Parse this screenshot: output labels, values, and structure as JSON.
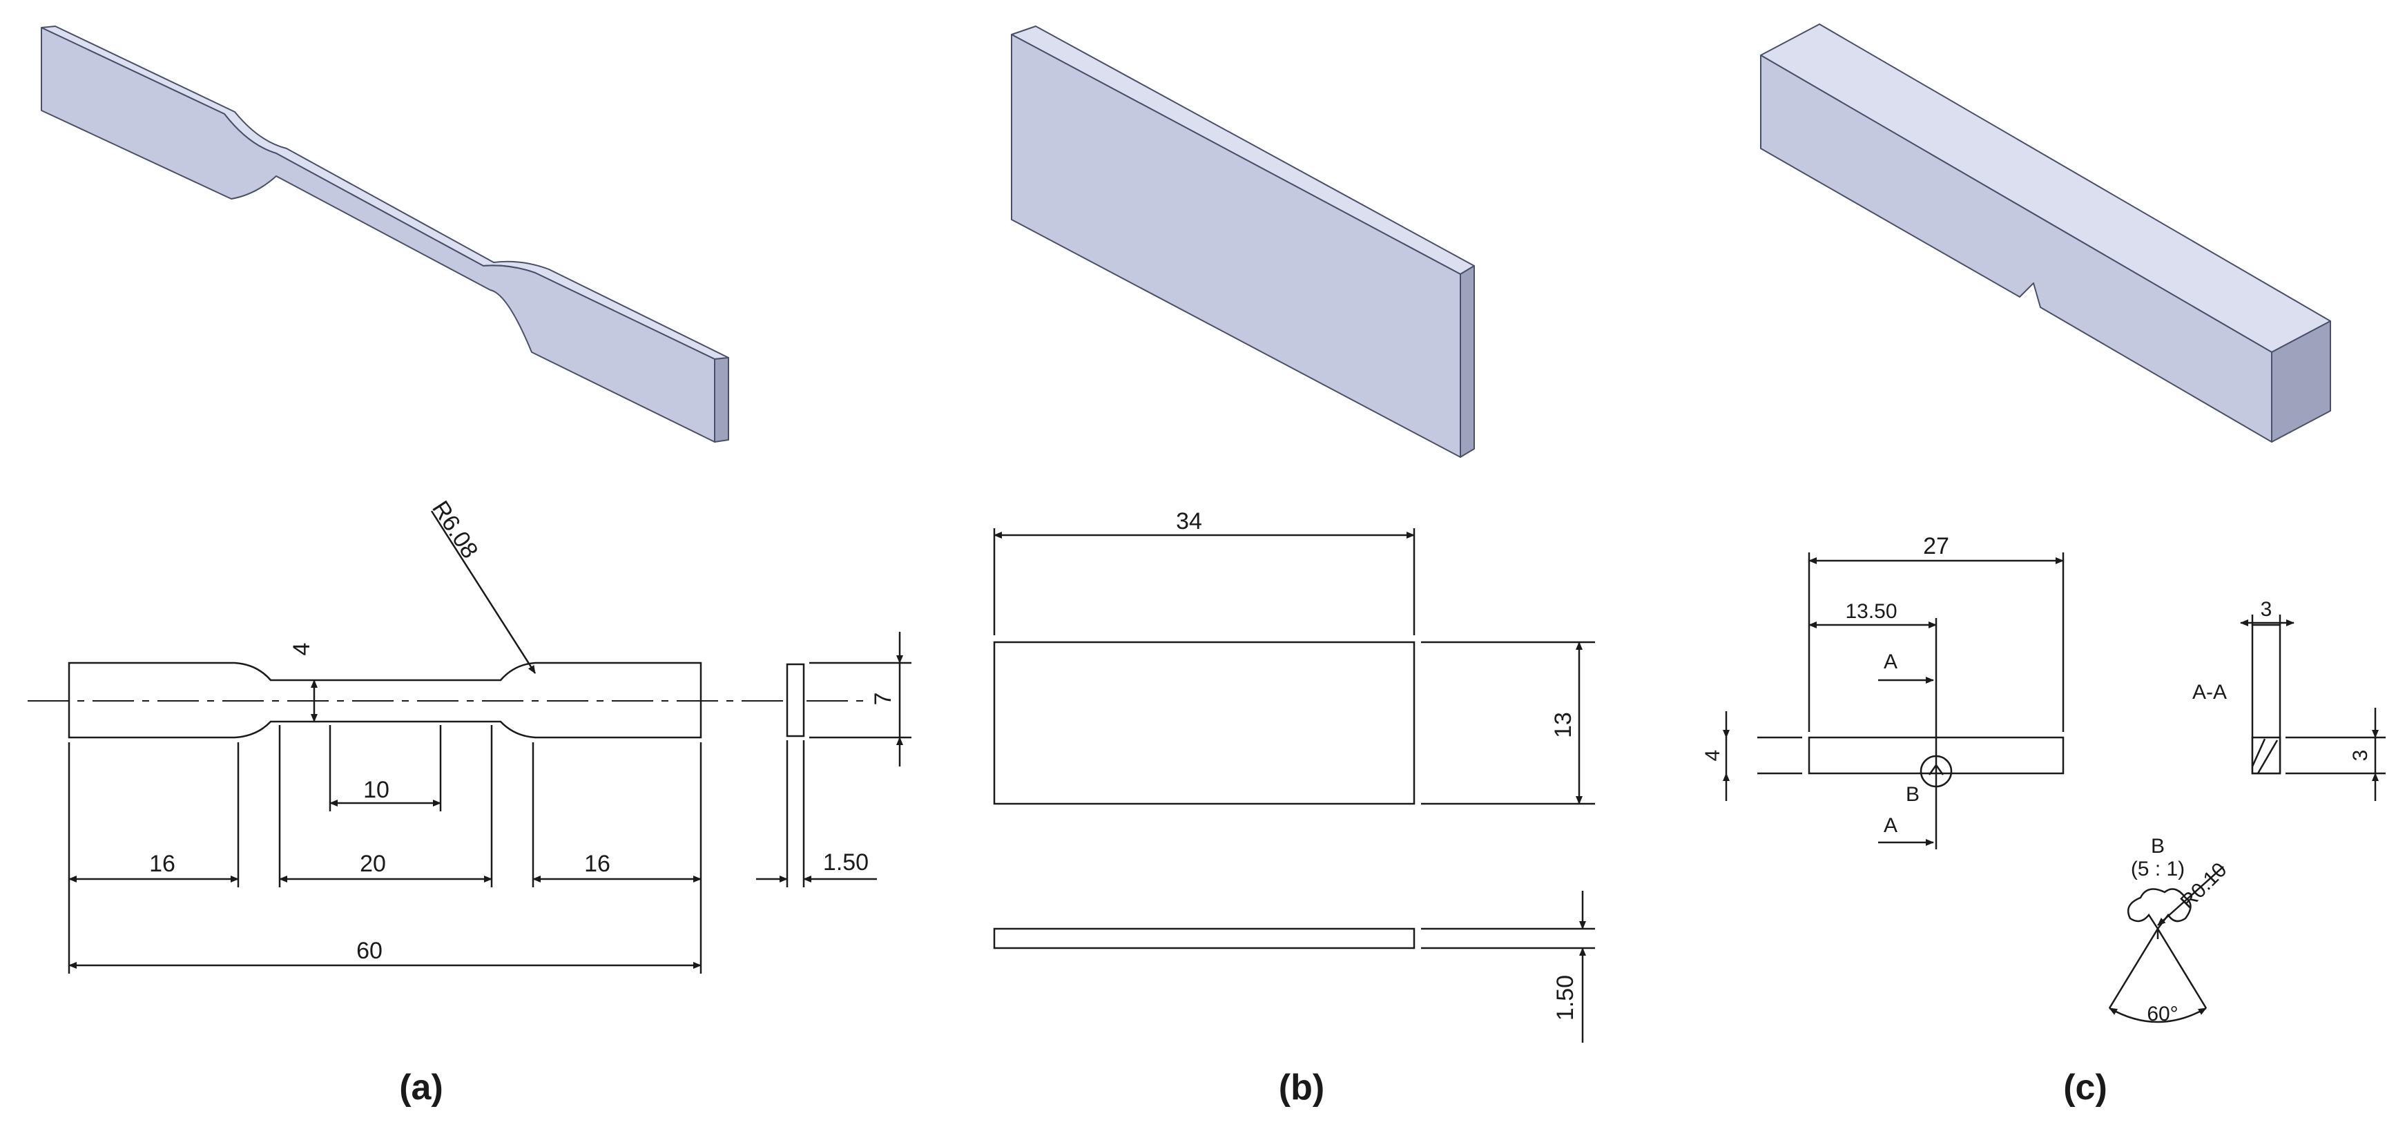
{
  "colors": {
    "face_front": "#c5c9df",
    "face_top": "#dcdff0",
    "face_side": "#9da2bd",
    "edge": "#4a4f6a",
    "line": "#1a1a1a"
  },
  "panels": [
    {
      "id": "a",
      "caption": "(a)",
      "description_labels": {
        "radius": "R6.08",
        "neck_width": "4",
        "gauge": "10",
        "grip_left": "16",
        "neck_length": "20",
        "grip_right": "16",
        "total_length": "60",
        "grip_width": "7",
        "thickness": "1.50"
      }
    },
    {
      "id": "b",
      "caption": "(b)",
      "description_labels": {
        "length": "34",
        "width": "13",
        "thickness": "1.50"
      }
    },
    {
      "id": "c",
      "caption": "(c)",
      "description_labels": {
        "length": "27",
        "half_length": "13.50",
        "height": "4",
        "section_marker_top": "A",
        "section_marker_bottom": "A",
        "detail_marker": "B",
        "section_title": "A-A",
        "section_width": "3",
        "section_height": "3",
        "detail_title": "B",
        "detail_scale": "(5 : 1)",
        "notch_radius": "R0.10",
        "notch_angle": "60°"
      }
    }
  ]
}
